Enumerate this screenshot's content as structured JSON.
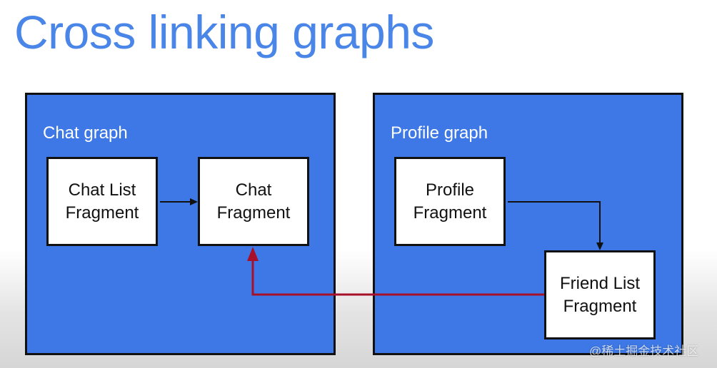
{
  "title": "Cross linking graphs",
  "graphs": [
    {
      "label": "Chat graph",
      "nodes": [
        {
          "line1": "Chat List",
          "line2": "Fragment"
        },
        {
          "line1": "Chat",
          "line2": "Fragment"
        }
      ]
    },
    {
      "label": "Profile graph",
      "nodes": [
        {
          "line1": "Profile",
          "line2": "Fragment"
        },
        {
          "line1": "Friend List",
          "line2": "Fragment"
        }
      ]
    }
  ],
  "watermark": "@稀土掘金技术社区",
  "colors": {
    "title": "#4a85e8",
    "graph_fill": "#3d78e6",
    "cross_link": "#a8102a"
  }
}
